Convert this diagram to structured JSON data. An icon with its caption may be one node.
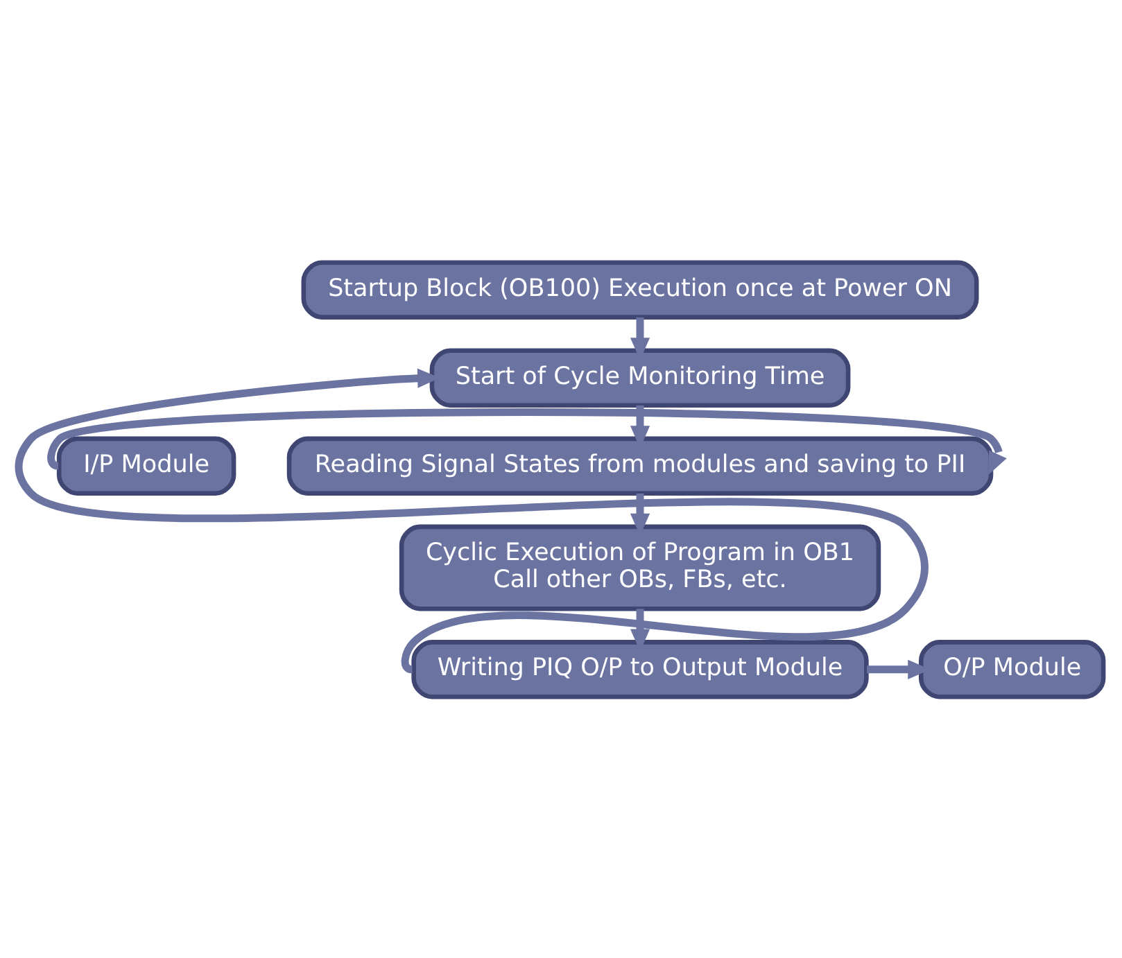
{
  "diagram": {
    "nodes": [
      {
        "text": [
          "Startup Block (OB100) Execution once at Power ON"
        ]
      },
      {
        "text": [
          "Start of Cycle Monitoring Time"
        ]
      },
      {
        "text": [
          "Reading Signal States from modules and saving to PII"
        ]
      },
      {
        "text": [
          "I/P Module"
        ]
      },
      {
        "text": [
          "Cyclic Execution of Program in OB1",
          "Call other OBs, FBs, etc."
        ]
      },
      {
        "text": [
          "Writing PIQ O/P to Output Module"
        ]
      },
      {
        "text": [
          "O/P Module"
        ]
      }
    ],
    "edges": [
      {
        "from": 0,
        "to": 1,
        "arrow": "to"
      },
      {
        "from": 1,
        "to": 2,
        "arrow": "to"
      },
      {
        "from": 3,
        "to": 2,
        "arrow": "to"
      },
      {
        "from": 2,
        "to": 4,
        "arrow": "to"
      },
      {
        "from": 4,
        "to": 5,
        "arrow": "to"
      },
      {
        "from": 5,
        "to": 6,
        "arrow": "to"
      },
      {
        "from": 5,
        "to": 1,
        "arrow": "to"
      }
    ]
  }
}
